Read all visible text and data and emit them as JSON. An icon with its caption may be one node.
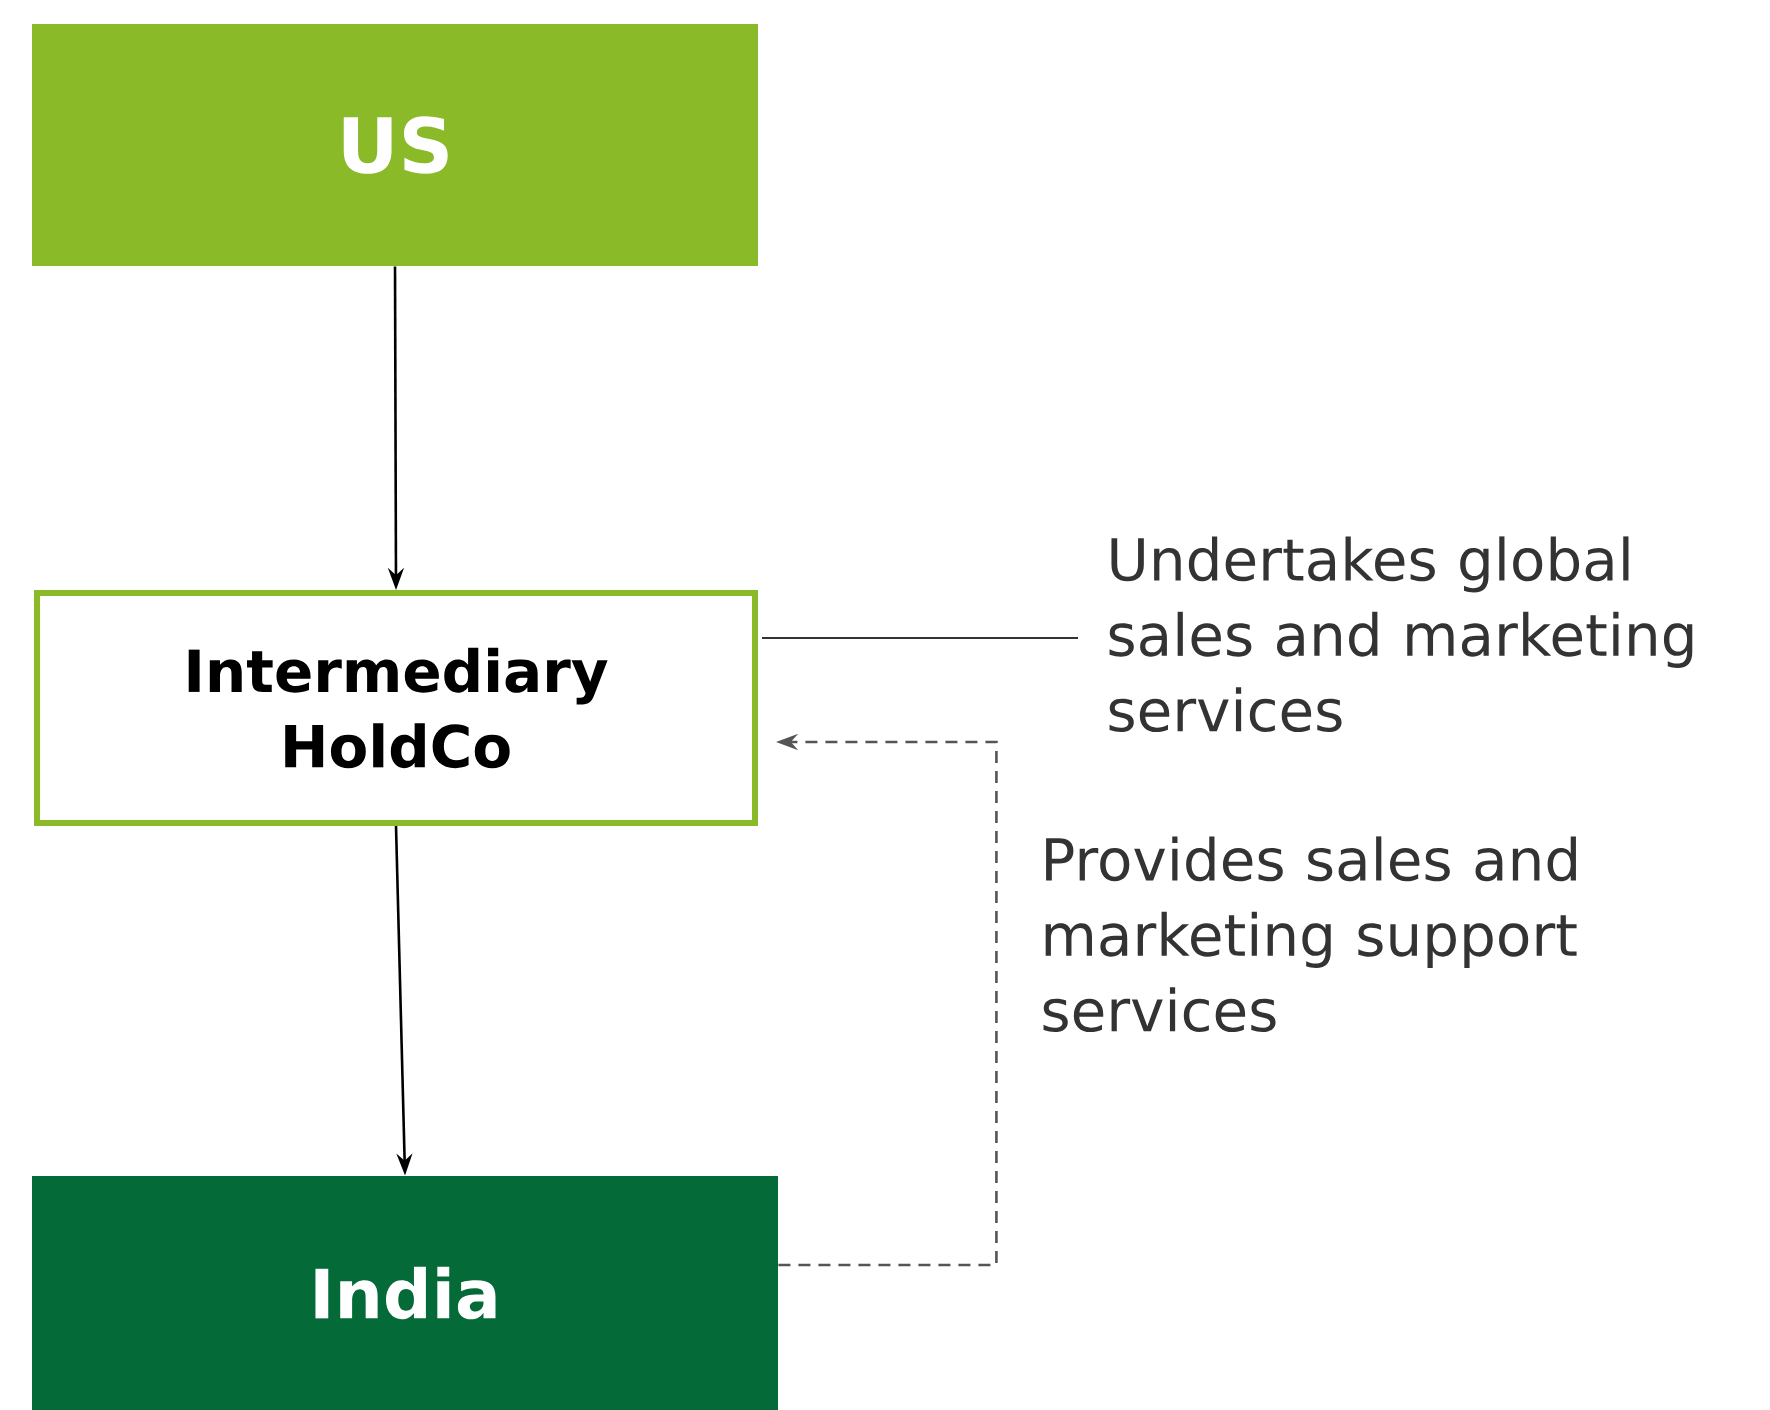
{
  "diagram": {
    "nodes": [
      {
        "text": [
          "US"
        ]
      },
      {
        "text": [
          "Intermediary HoldCo"
        ]
      },
      {
        "text": [
          "India"
        ]
      },
      {
        "text": [
          "Undertakes global sales and marketing services"
        ]
      }
    ],
    "edges": [
      {
        "from": 0,
        "to": 1,
        "arrow": "to"
      },
      {
        "from": 1,
        "to": 2,
        "arrow": "to"
      },
      {
        "from": 3,
        "to": 1,
        "arrow": "none"
      },
      {
        "from": 2,
        "to": 1,
        "arrow": "to",
        "style": "dashed",
        "color": "#555555",
        "label": "Provides sales and marketing support services"
      }
    ]
  }
}
